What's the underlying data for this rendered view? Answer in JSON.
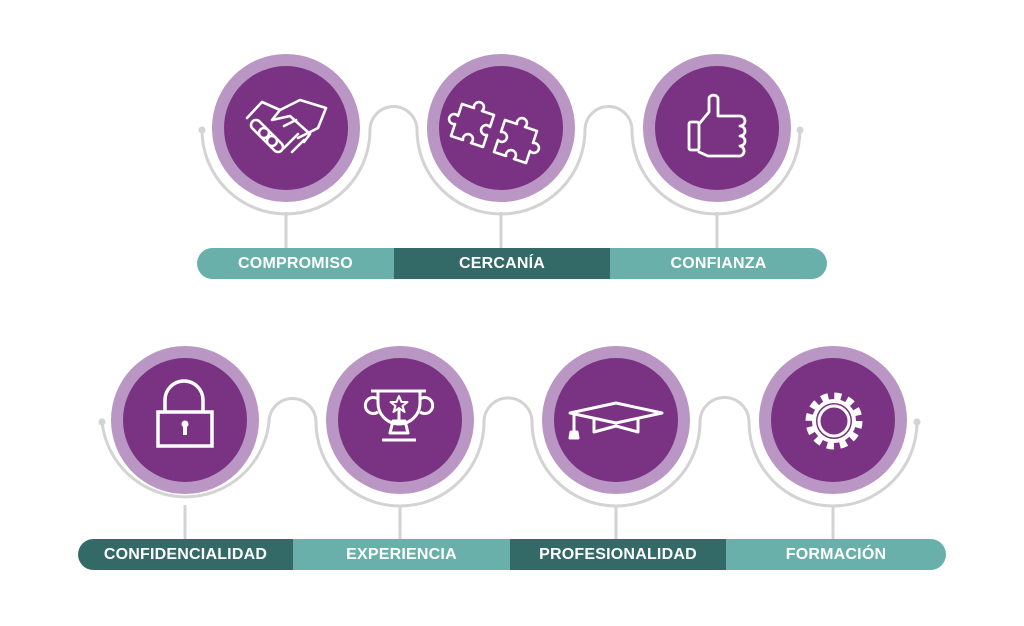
{
  "colors": {
    "purple": "#7a3282",
    "purple_ring": "#b996c3",
    "teal_light": "#6ab0aa",
    "teal_dark": "#336a68",
    "line": "#d3d3d3"
  },
  "top_row": [
    {
      "label": "COMPROMISO",
      "icon": "handshake-icon",
      "tone": "light"
    },
    {
      "label": "CERCANÍA",
      "icon": "puzzle-icon",
      "tone": "dark"
    },
    {
      "label": "CONFIANZA",
      "icon": "thumbs-up-icon",
      "tone": "light"
    }
  ],
  "bottom_row": [
    {
      "label": "CONFIDENCIALIDAD",
      "icon": "padlock-icon",
      "tone": "dark"
    },
    {
      "label": "EXPERIENCIA",
      "icon": "trophy-icon",
      "tone": "light"
    },
    {
      "label": "PROFESIONALIDAD",
      "icon": "graduation-cap-icon",
      "tone": "dark"
    },
    {
      "label": "FORMACIÓN",
      "icon": "gear-icon",
      "tone": "light"
    }
  ]
}
